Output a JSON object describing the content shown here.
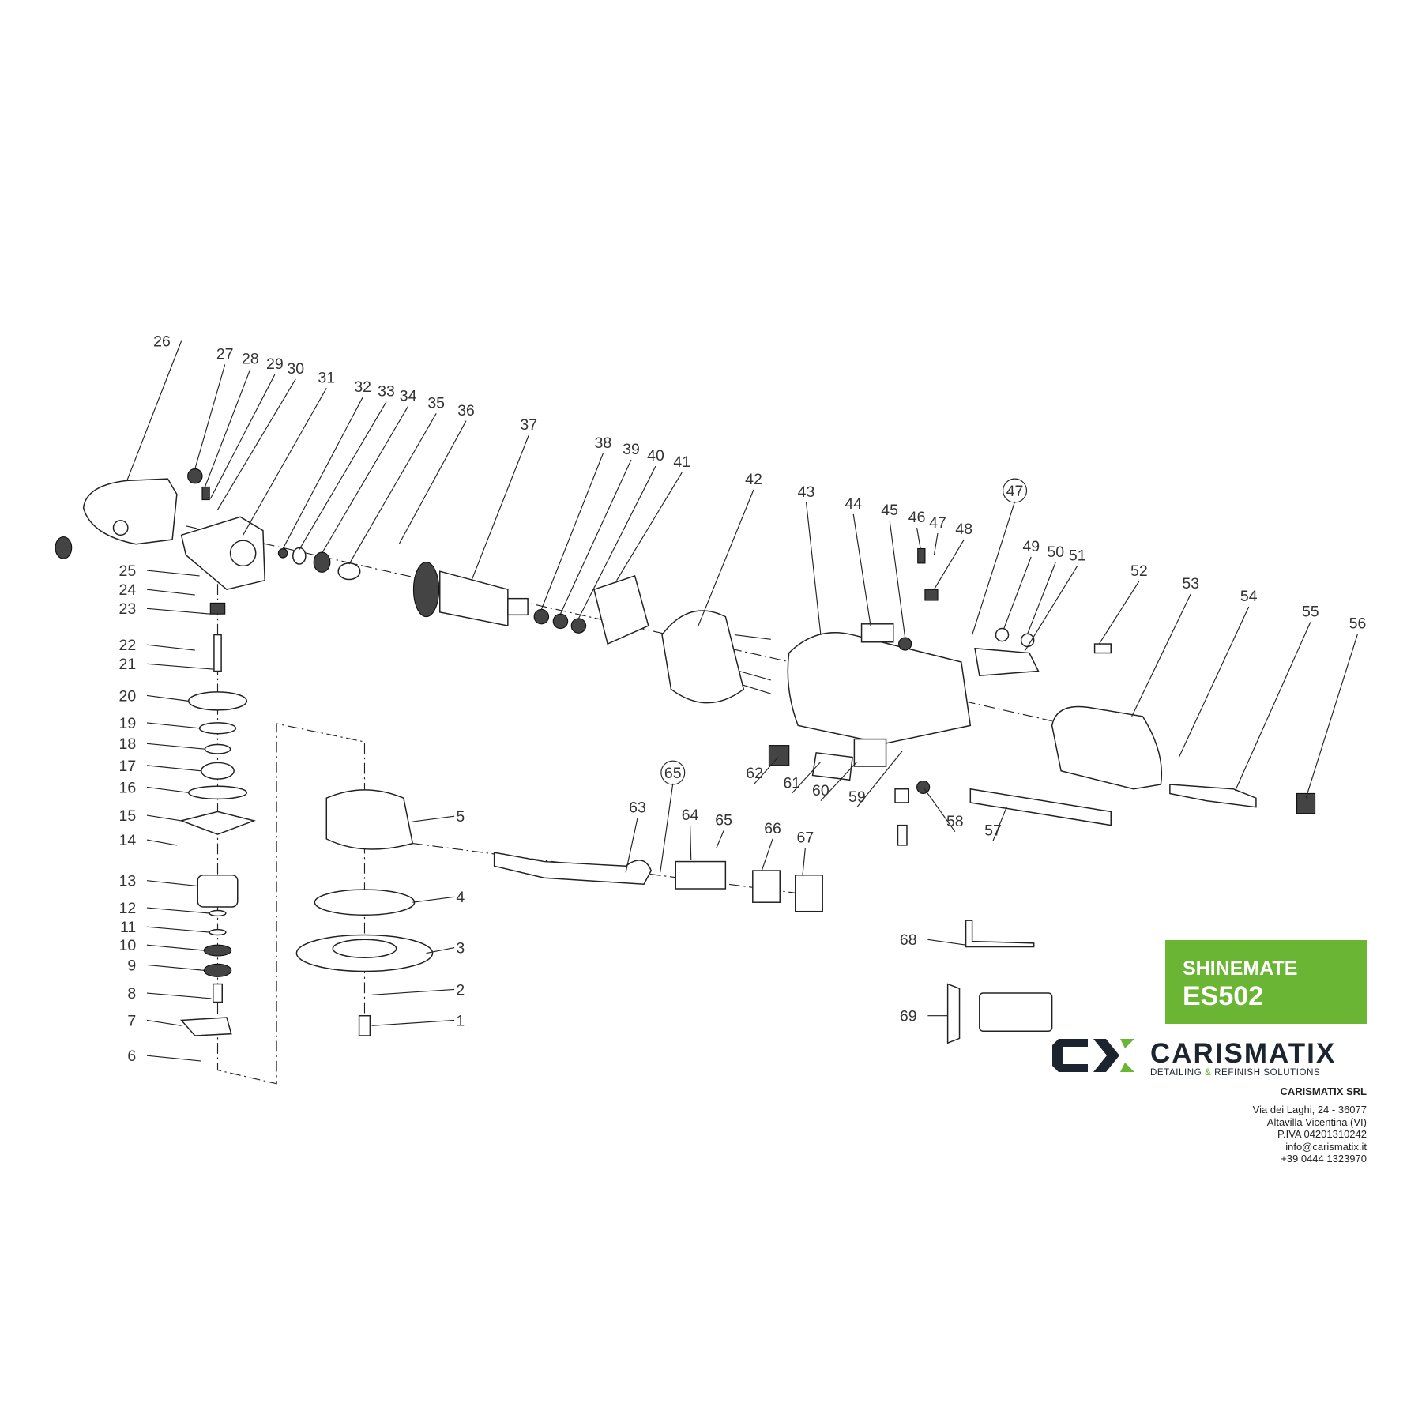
{
  "diagram": {
    "part_numbers": [
      "1",
      "2",
      "3",
      "4",
      "5",
      "6",
      "7",
      "8",
      "9",
      "10",
      "11",
      "12",
      "13",
      "14",
      "15",
      "16",
      "17",
      "18",
      "19",
      "20",
      "21",
      "22",
      "23",
      "24",
      "25",
      "26",
      "27",
      "28",
      "29",
      "30",
      "31",
      "32",
      "33",
      "34",
      "35",
      "36",
      "37",
      "38",
      "39",
      "40",
      "41",
      "42",
      "43",
      "44",
      "45",
      "46",
      "47",
      "48",
      "47",
      "49",
      "50",
      "51",
      "52",
      "53",
      "54",
      "55",
      "56",
      "57",
      "58",
      "59",
      "60",
      "61",
      "62",
      "63",
      "64",
      "65",
      "65",
      "66",
      "67",
      "68",
      "69"
    ]
  },
  "product": {
    "name": "SHINEMATE",
    "model": "ES502"
  },
  "brand": {
    "name": "CARISMATIX",
    "tagline_a": "DETAILING",
    "tagline_amp": "&",
    "tagline_b": "REFINISH SOLUTIONS",
    "mark": "CX",
    "green": "#6bb534",
    "navy": "#1c2430"
  },
  "company": {
    "name": "CARISMATIX SRL",
    "lines": [
      "Via dei Laghi, 24 - 36077",
      "Altavilla Vicentina (VI)",
      "P.IVA 04201310242",
      "info@carismatix.it",
      "+39 0444 1323970"
    ]
  }
}
